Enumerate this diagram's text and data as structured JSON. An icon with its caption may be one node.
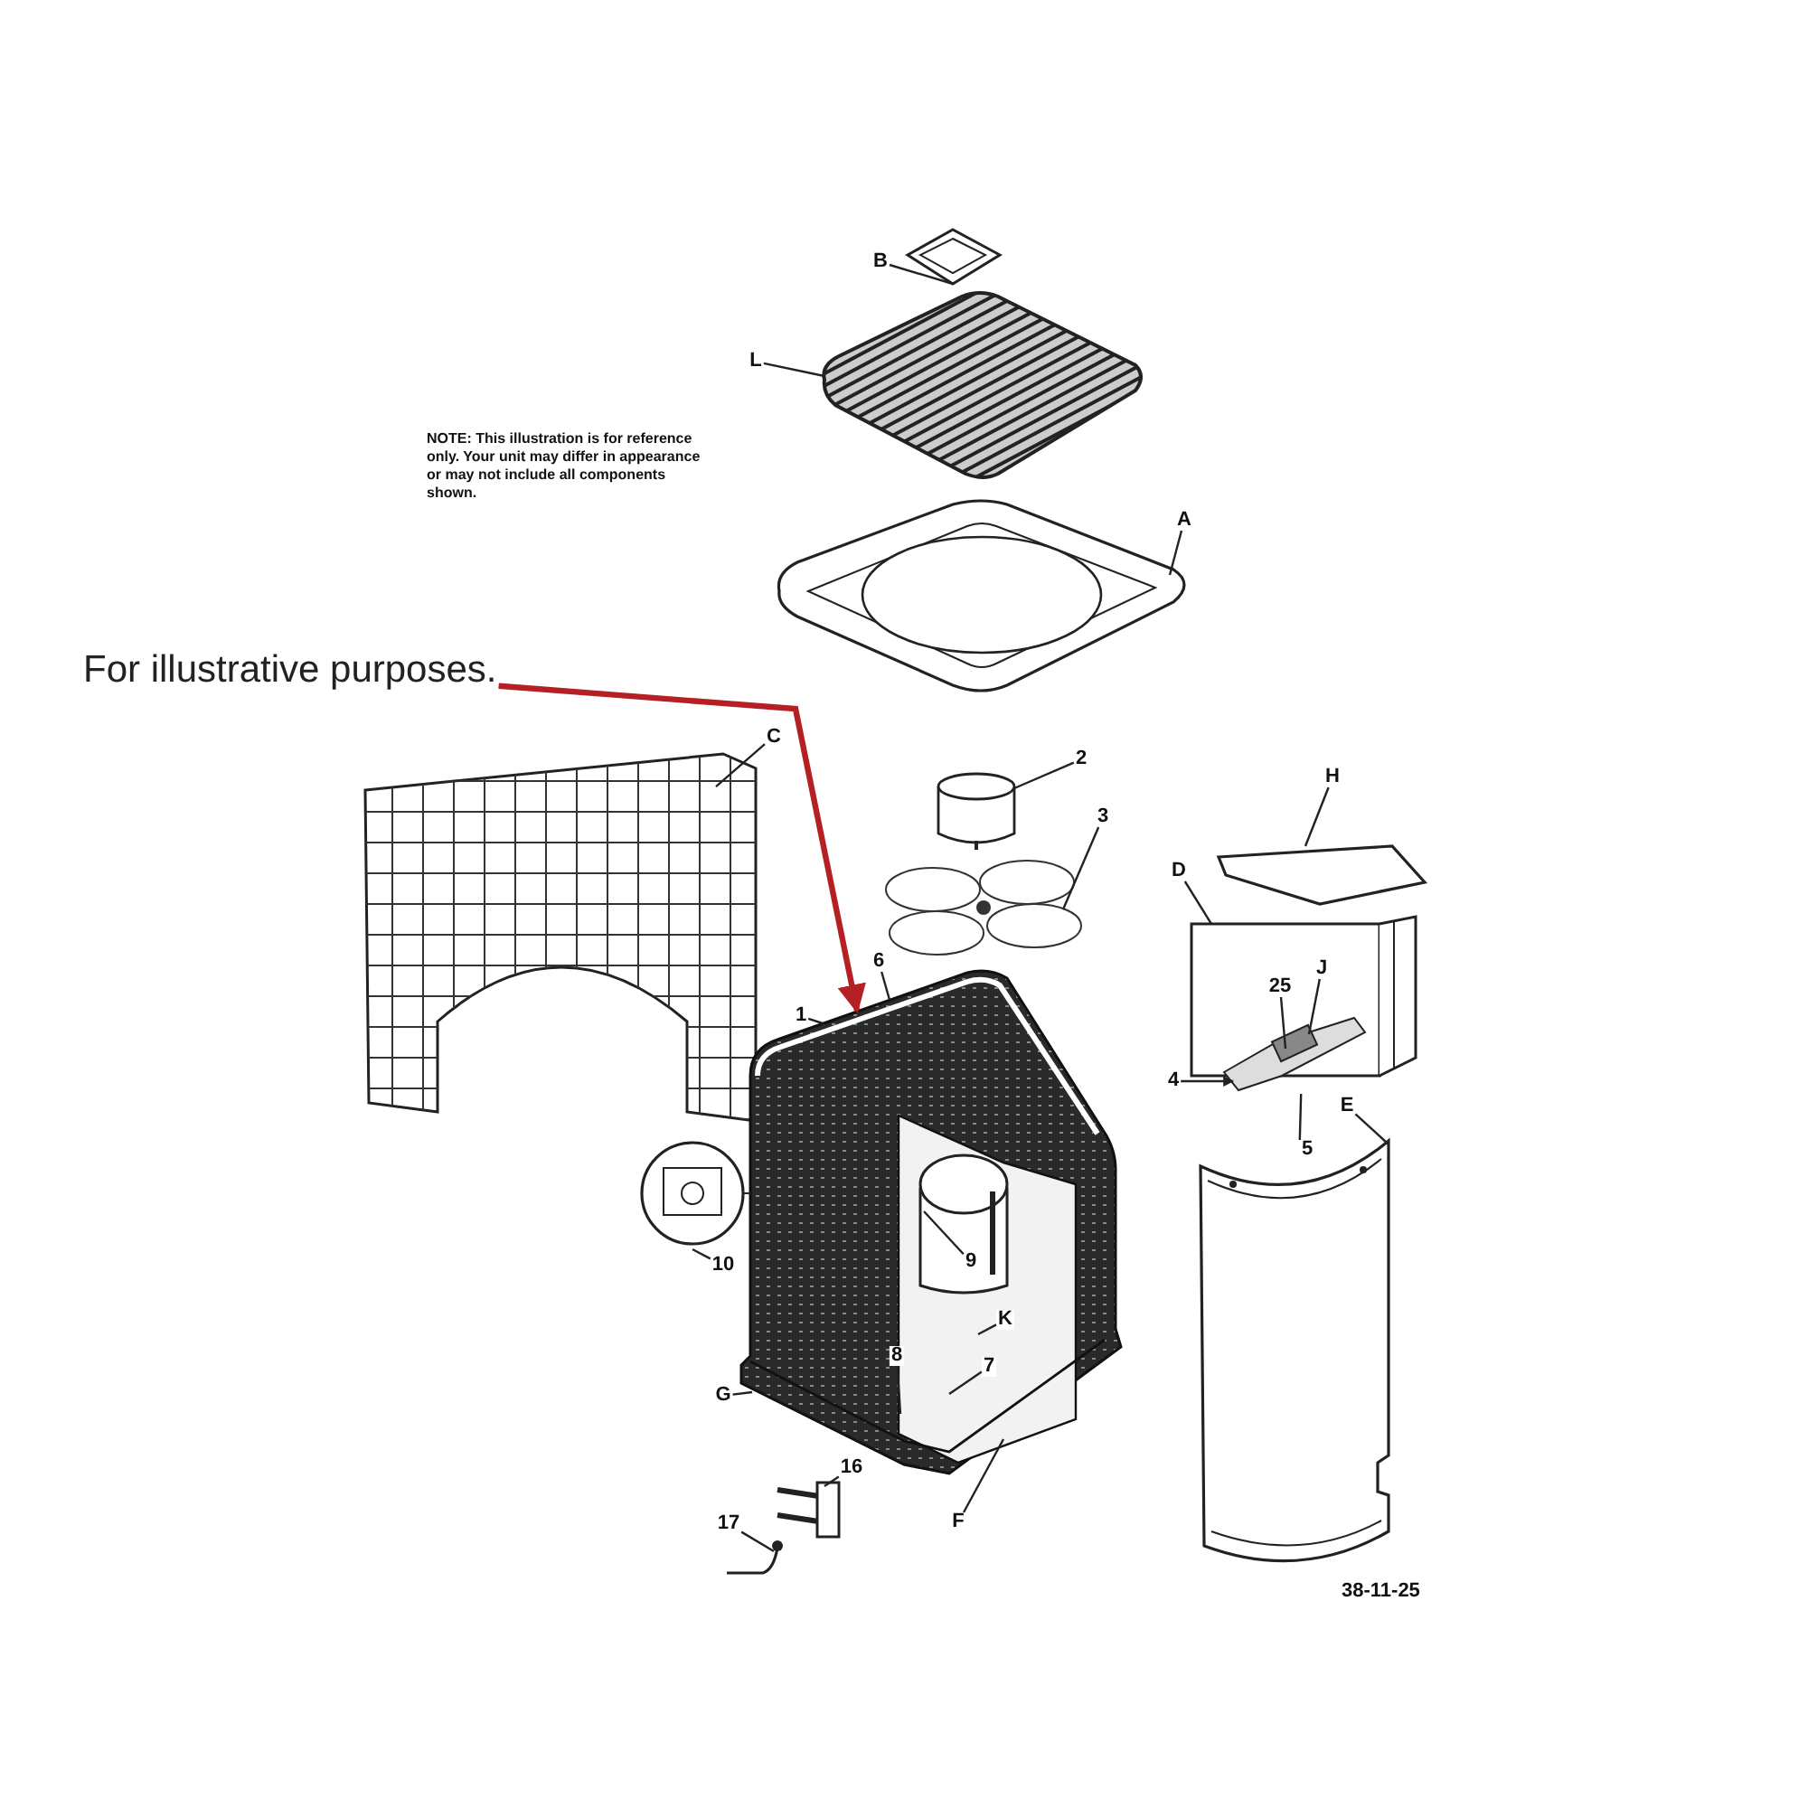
{
  "diagram": {
    "nodes": [
      {
        "text": [
          "B"
        ]
      },
      {
        "text": [
          "L"
        ]
      },
      {
        "text": [
          "A"
        ]
      },
      {
        "text": [
          "For illustrative purposes."
        ]
      },
      {
        "text": [
          "C"
        ]
      },
      {
        "text": [
          "2"
        ]
      },
      {
        "text": [
          "H"
        ]
      },
      {
        "text": [
          "3"
        ]
      },
      {
        "text": [
          "D"
        ]
      },
      {
        "text": [
          "6"
        ]
      },
      {
        "text": [
          "J"
        ],
        "in": 32
      },
      {
        "text": [
          "25"
        ],
        "in": 32
      },
      {
        "text": [
          "4"
        ]
      },
      {
        "text": [
          "1"
        ]
      },
      {
        "text": [
          "5"
        ]
      },
      {
        "text": [
          "E"
        ]
      },
      {
        "text": [
          "10"
        ]
      },
      {
        "text": [
          "9"
        ],
        "in": 36
      },
      {
        "text": [
          "K"
        ],
        "in": 34
      },
      {
        "text": [
          "8"
        ],
        "in": 34
      },
      {
        "text": [
          "7"
        ],
        "in": 34
      },
      {
        "text": [
          "G"
        ]
      },
      {
        "text": [
          "16"
        ]
      },
      {
        "text": [
          "F"
        ]
      },
      {
        "text": [
          "17"
        ]
      },
      {
        "text": [],
        "shape": "picture"
      },
      {
        "text": [],
        "shape": "picture"
      },
      {
        "text": [],
        "shape": "picture"
      },
      {
        "text": [],
        "shape": "picture"
      },
      {
        "text": [],
        "shape": "picture"
      },
      {
        "text": [],
        "shape": "picture"
      },
      {
        "text": [],
        "shape": "picture"
      },
      {
        "text": [],
        "shape": "picture"
      },
      {
        "text": [],
        "shape": "picture"
      },
      {
        "text": [],
        "shape": "picture"
      },
      {
        "text": [],
        "shape": "picture"
      },
      {
        "text": [],
        "shape": "picture",
        "in": 34
      },
      {
        "text": [],
        "shape": "picture"
      },
      {
        "text": [],
        "shape": "picture"
      }
    ],
    "edges": [
      {
        "from": 0,
        "to": 25,
        "arrow": "none"
      },
      {
        "from": 1,
        "to": 26,
        "arrow": "none"
      },
      {
        "from": 2,
        "to": 27,
        "arrow": "none"
      },
      {
        "from": 3,
        "to": 34,
        "arrow": "to",
        "style": "thick",
        "color": "#b52025"
      },
      {
        "from": 4,
        "to": 28,
        "arrow": "none"
      },
      {
        "from": 5,
        "to": 29,
        "arrow": "none"
      },
      {
        "from": 6,
        "to": 30,
        "arrow": "none"
      },
      {
        "from": 7,
        "to": 31,
        "arrow": "none"
      },
      {
        "from": 8,
        "to": 32,
        "arrow": "none"
      },
      {
        "from": 9,
        "to": 34,
        "arrow": "none"
      },
      {
        "from": 10,
        "to": 32,
        "arrow": "none"
      },
      {
        "from": 11,
        "to": 32,
        "arrow": "none"
      },
      {
        "from": 12,
        "to": 32,
        "arrow": "to"
      },
      {
        "from": 13,
        "to": 34,
        "arrow": "none"
      },
      {
        "from": 14,
        "to": 32,
        "arrow": "none"
      },
      {
        "from": 15,
        "to": 33,
        "arrow": "none"
      },
      {
        "from": 16,
        "to": 35,
        "arrow": "none"
      },
      {
        "from": 17,
        "to": 36,
        "arrow": "none"
      },
      {
        "from": 18,
        "to": 34,
        "arrow": "none"
      },
      {
        "from": 19,
        "to": 34,
        "arrow": "none"
      },
      {
        "from": 20,
        "to": 34,
        "arrow": "none"
      },
      {
        "from": 21,
        "to": 34,
        "arrow": "none"
      },
      {
        "from": 22,
        "to": 37,
        "arrow": "none"
      },
      {
        "from": 23,
        "to": 34,
        "arrow": "none"
      },
      {
        "from": 24,
        "to": 38,
        "arrow": "none"
      }
    ],
    "labels": [
      "NOTE: This illustration is for reference only. Your unit may differ in appearance or may not include all components shown.",
      "38-11-25"
    ]
  }
}
